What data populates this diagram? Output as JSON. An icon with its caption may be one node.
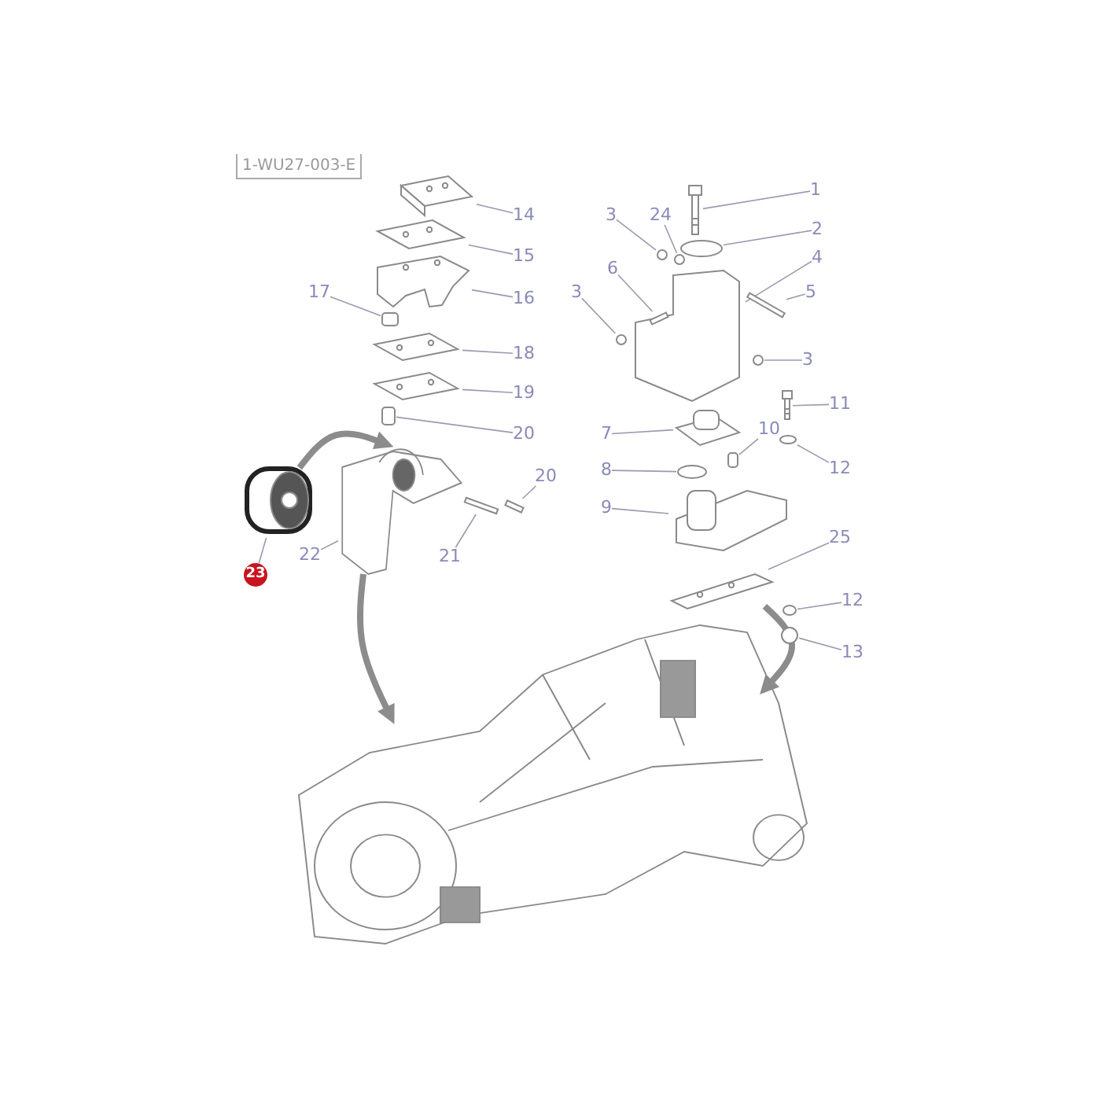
{
  "diagram": {
    "nodes": [
      {
        "text": [
          "14"
        ]
      },
      {
        "text": [
          "1"
        ]
      },
      {
        "text": [
          "15"
        ]
      },
      {
        "text": [
          "3"
        ]
      },
      {
        "text": [
          "24"
        ]
      },
      {
        "text": [
          "2"
        ]
      },
      {
        "text": [
          "4"
        ]
      },
      {
        "text": [
          "16"
        ]
      },
      {
        "text": [
          "17"
        ]
      },
      {
        "text": [
          "6"
        ]
      },
      {
        "text": [
          "5"
        ]
      },
      {
        "text": [
          "3"
        ]
      },
      {
        "text": [
          "18"
        ]
      },
      {
        "text": [
          "19"
        ]
      },
      {
        "text": [
          "3"
        ]
      },
      {
        "text": [
          "11"
        ]
      },
      {
        "text": [
          "20"
        ]
      },
      {
        "text": [
          "7"
        ]
      },
      {
        "text": [
          "10"
        ]
      },
      {
        "text": [
          "20"
        ]
      },
      {
        "text": [
          "8"
        ]
      },
      {
        "text": [
          "12"
        ]
      },
      {
        "text": [
          "9"
        ]
      },
      {
        "text": [
          "25"
        ]
      },
      {
        "text": [
          "23"
        ]
      },
      {
        "text": [
          "22"
        ]
      },
      {
        "text": [
          "21"
        ]
      },
      {
        "text": [
          "12"
        ]
      },
      {
        "text": [
          "13"
        ]
      },
      {
        "text": [],
        "shape": "picture"
      },
      {
        "text": [],
        "shape": "picture"
      },
      {
        "text": [],
        "shape": "picture"
      },
      {
        "text": [],
        "shape": "picture"
      },
      {
        "text": [],
        "shape": "picture"
      },
      {
        "text": [],
        "shape": "picture"
      },
      {
        "text": [],
        "shape": "picture"
      },
      {
        "text": [],
        "shape": "box"
      },
      {
        "text": [],
        "shape": "picture"
      },
      {
        "text": [],
        "shape": "picture"
      },
      {
        "text": [],
        "shape": "box"
      },
      {
        "text": [],
        "shape": "box"
      },
      {
        "text": [],
        "shape": "box"
      },
      {
        "text": [],
        "shape": "picture"
      },
      {
        "text": [],
        "shape": "circle"
      },
      {
        "text": [],
        "shape": "circle"
      },
      {
        "text": [],
        "shape": "circle"
      },
      {
        "text": [],
        "shape": "picture"
      },
      {
        "text": [],
        "shape": "box",
        "in": 46
      },
      {
        "text": [],
        "shape": "box"
      },
      {
        "text": [],
        "shape": "circle"
      },
      {
        "text": [],
        "shape": "circle"
      },
      {
        "text": [],
        "shape": "picture"
      },
      {
        "text": [],
        "shape": "picture"
      },
      {
        "text": [],
        "shape": "circle"
      },
      {
        "text": [],
        "shape": "circle"
      },
      {
        "text": [],
        "shape": "picture"
      },
      {
        "text": [],
        "shape": "circle"
      },
      {
        "text": [],
        "shape": "circle"
      },
      {
        "text": [],
        "shape": "box"
      }
    ],
    "edges": [
      {
        "from": 0,
        "to": 33,
        "arrow": "none"
      },
      {
        "from": 1,
        "to": 42,
        "arrow": "none"
      },
      {
        "from": 2,
        "to": 34,
        "arrow": "none"
      },
      {
        "from": 3,
        "to": 44,
        "arrow": "none"
      },
      {
        "from": 4,
        "to": 45,
        "arrow": "none"
      },
      {
        "from": 5,
        "to": 43,
        "arrow": "none"
      },
      {
        "from": 6,
        "to": 46,
        "arrow": "none"
      },
      {
        "from": 7,
        "to": 35,
        "arrow": "none"
      },
      {
        "from": 8,
        "to": 36,
        "arrow": "none"
      },
      {
        "from": 9,
        "to": 47,
        "arrow": "none"
      },
      {
        "from": 10,
        "to": 48,
        "arrow": "none"
      },
      {
        "from": 11,
        "to": 49,
        "arrow": "none"
      },
      {
        "from": 12,
        "to": 37,
        "arrow": "none"
      },
      {
        "from": 13,
        "to": 38,
        "arrow": "none"
      },
      {
        "from": 14,
        "to": 50,
        "arrow": "none"
      },
      {
        "from": 15,
        "to": 51,
        "arrow": "none"
      },
      {
        "from": 16,
        "to": 39,
        "arrow": "none"
      },
      {
        "from": 17,
        "to": 52,
        "arrow": "none"
      },
      {
        "from": 18,
        "to": 58,
        "arrow": "none"
      },
      {
        "from": 19,
        "to": 40,
        "arrow": "none"
      },
      {
        "from": 20,
        "to": 53,
        "arrow": "none"
      },
      {
        "from": 21,
        "to": 54,
        "arrow": "none"
      },
      {
        "from": 22,
        "to": 55,
        "arrow": "none"
      },
      {
        "from": 23,
        "to": 31,
        "arrow": "none"
      },
      {
        "from": 24,
        "to": 29,
        "arrow": "none"
      },
      {
        "from": 25,
        "to": 30,
        "arrow": "none"
      },
      {
        "from": 26,
        "to": 41,
        "arrow": "none"
      },
      {
        "from": 27,
        "to": 56,
        "arrow": "none"
      },
      {
        "from": 28,
        "to": 57,
        "arrow": "none"
      },
      {
        "from": 29,
        "to": 30,
        "arrow": "to",
        "style": "thick",
        "color": "#8c8c8c"
      },
      {
        "from": 30,
        "to": 32,
        "arrow": "to",
        "style": "thick",
        "color": "#8c8c8c"
      },
      {
        "from": 31,
        "to": 32,
        "arrow": "to",
        "style": "thick",
        "color": "#8c8c8c"
      }
    ],
    "labels": [
      "1-WU27-003-E"
    ]
  }
}
